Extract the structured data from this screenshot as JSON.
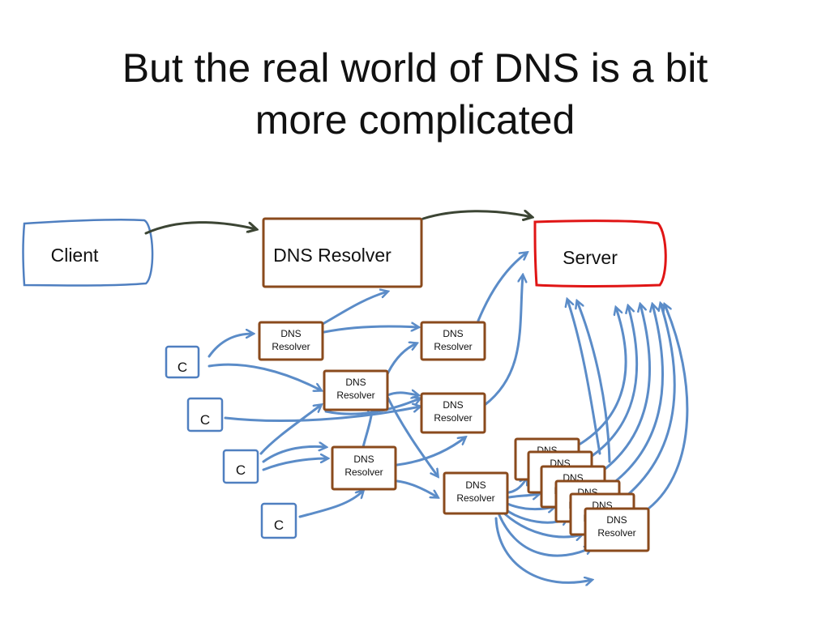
{
  "title": {
    "line1": "But the real world of DNS is a bit",
    "line2": "more complicated"
  },
  "diagram": {
    "client_label": "Client",
    "main_resolver_label": "DNS Resolver",
    "server_label": "Server",
    "resolver_line1": "DNS",
    "resolver_line2": "Resolver",
    "small_client_label": "C",
    "colors": {
      "resolver_border": "#8a4a1c",
      "client_border": "#4f7fc0",
      "server_border": "#e01515",
      "arrow_blue": "#5b8cc8",
      "arrow_dark": "#3c4534"
    }
  }
}
